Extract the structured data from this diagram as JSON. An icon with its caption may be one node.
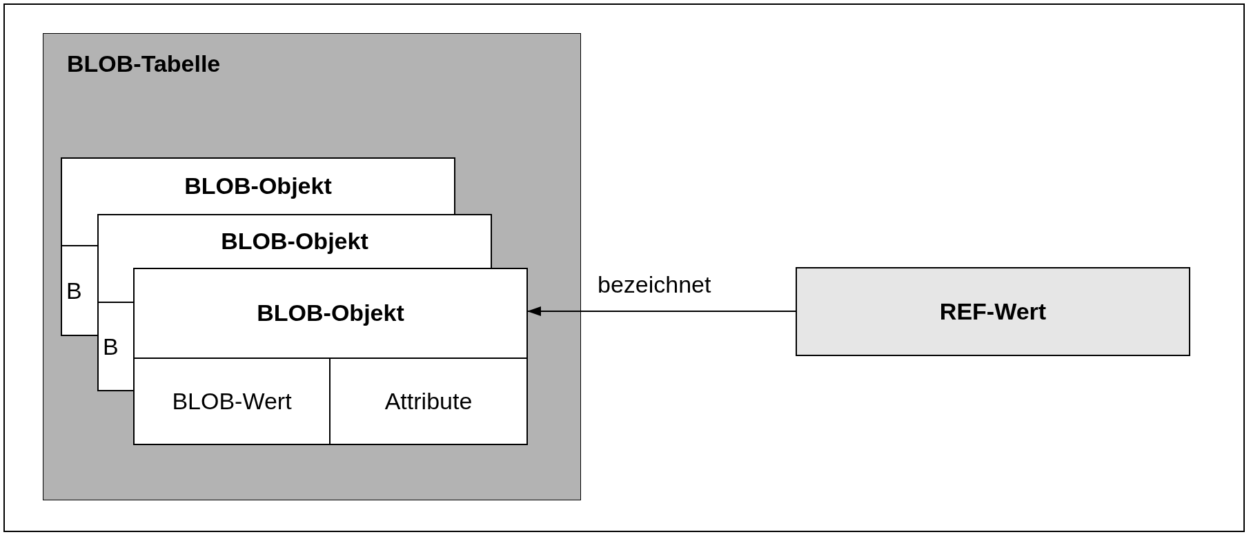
{
  "diagram": {
    "nodes": [
      {
        "text": [
          "BLOB-Tabelle"
        ]
      },
      {
        "text": [
          "BLOB-Objekt"
        ],
        "in": 0
      },
      {
        "text": [
          "B"
        ],
        "in": 0
      },
      {
        "text": [
          "BLOB-Objekt"
        ],
        "in": 0
      },
      {
        "text": [
          "B"
        ],
        "in": 0
      },
      {
        "text": [
          "BLOB-Objekt",
          "BLOB-Wert",
          "Attribute"
        ],
        "in": 0
      },
      {
        "text": [
          "REF-Wert"
        ]
      }
    ],
    "edges": [
      {
        "from": 6,
        "to": 5,
        "arrow": "to",
        "label": "bezeichnet"
      }
    ]
  }
}
